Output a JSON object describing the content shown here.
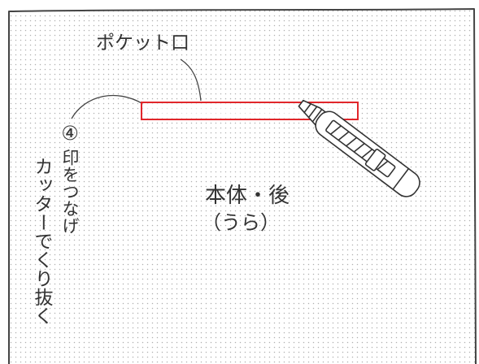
{
  "labels": {
    "pocket_opening": "ポケット口",
    "body_back_line1": "本体・後",
    "body_back_line2": "（うら）"
  },
  "instruction": {
    "step_marker": "④",
    "line1": "印をつなげ",
    "line2": "カッターでくり抜く"
  },
  "colors": {
    "outline": "#444444",
    "pocket_slot": "#e1262b",
    "dot_pattern": "#b5b5b5",
    "text": "#333333"
  },
  "icons": {
    "cutter": "utility-knife-icon"
  }
}
